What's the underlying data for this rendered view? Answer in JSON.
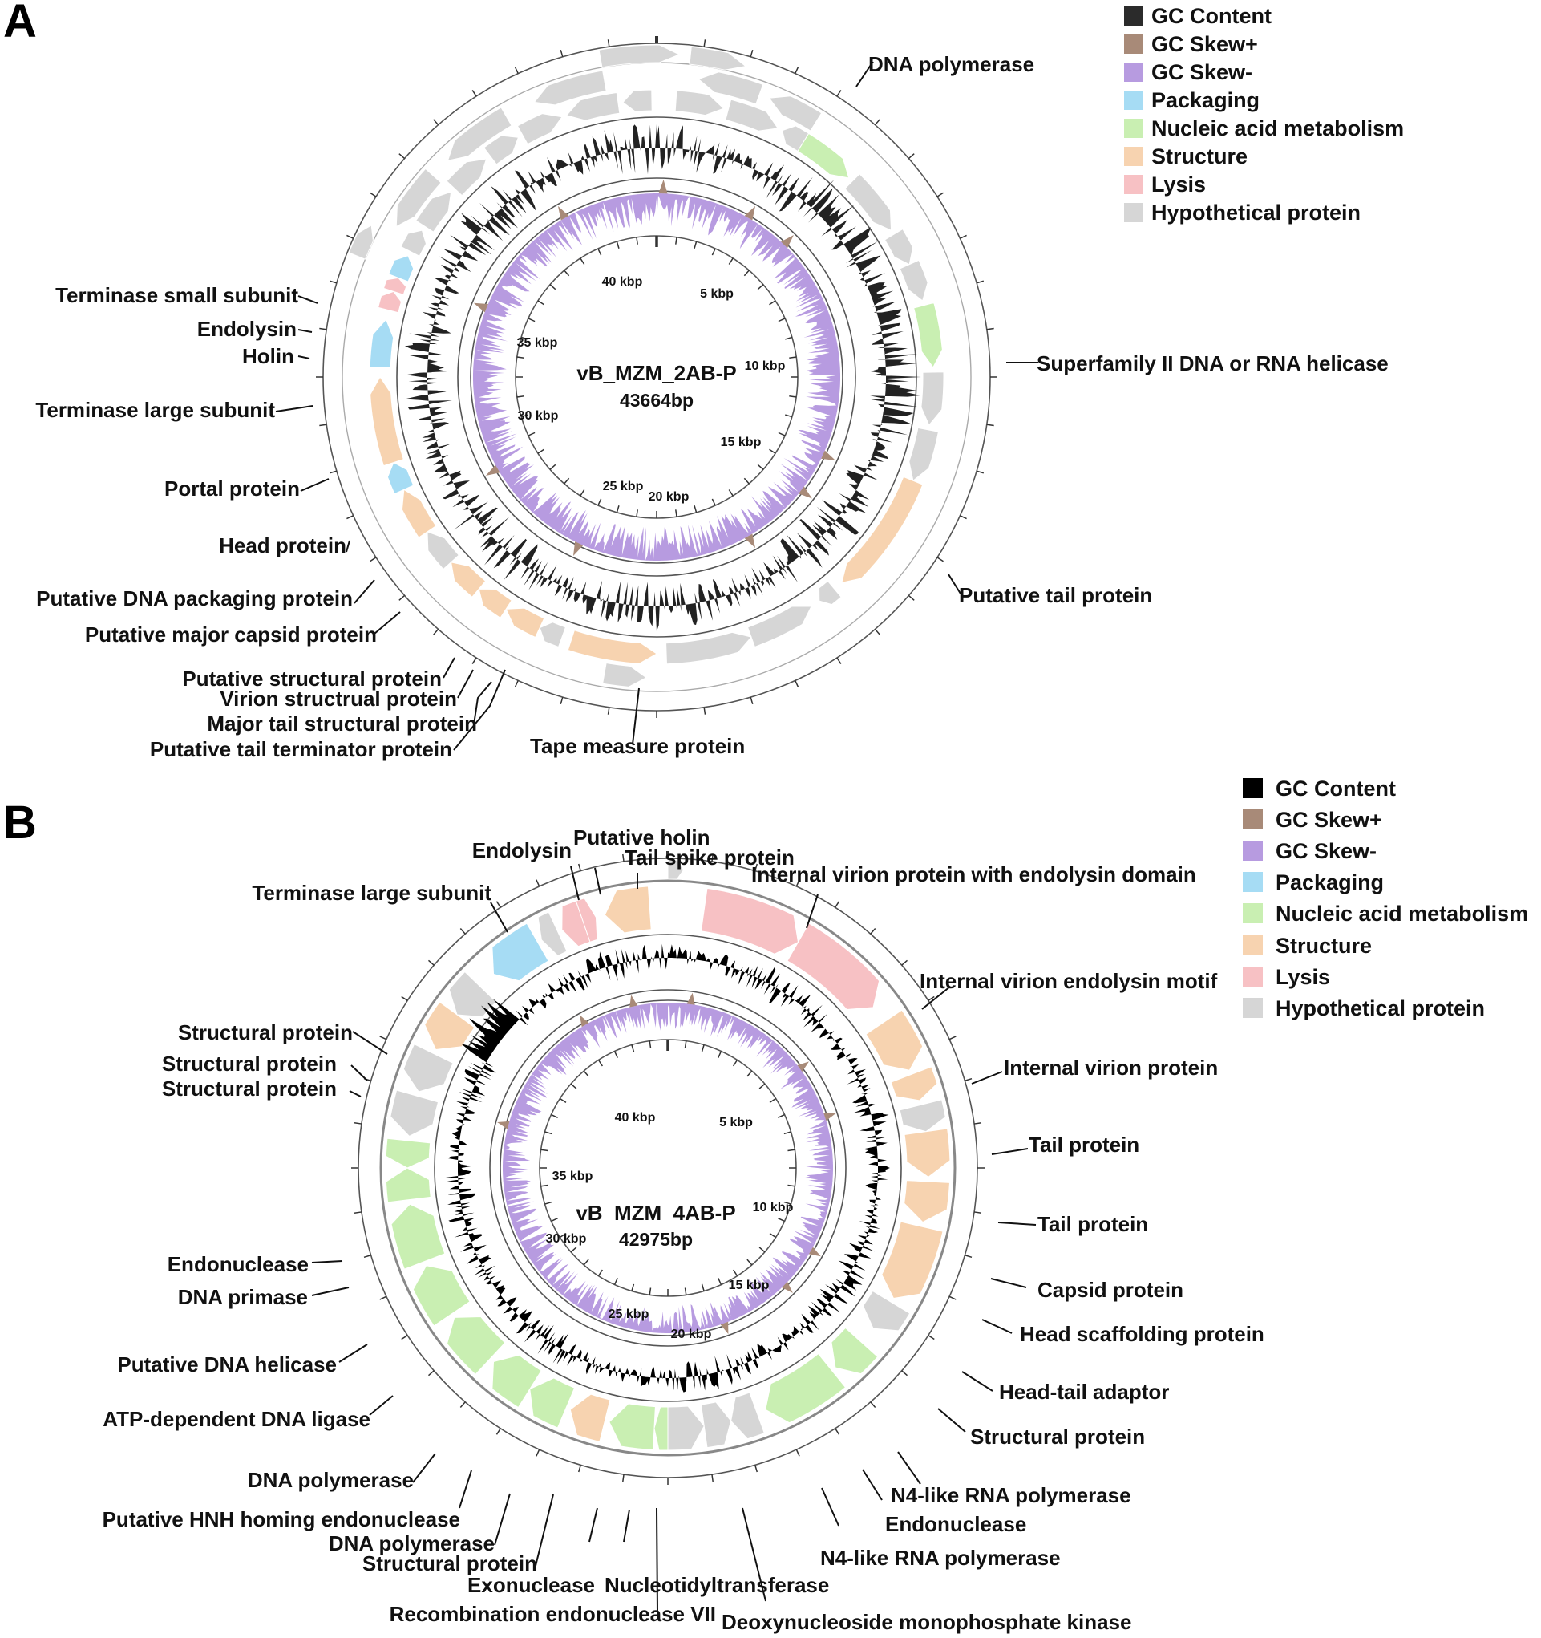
{
  "panels": [
    {
      "letter": "A",
      "center_name": "vB_MZM_2AB-P",
      "genome_length": "43664bp",
      "length_bp": 43664,
      "kbp_ticks": [
        "40 kbp",
        "5 kbp",
        "35 kbp",
        "10 kbp",
        "30 kbp",
        "15 kbp",
        "25 kbp",
        "20 kbp"
      ],
      "legend": [
        {
          "label": "GC Content",
          "color": "#2b2b2b"
        },
        {
          "label": "GC Skew+",
          "color": "#a88a78"
        },
        {
          "label": "GC Skew-",
          "color": "#b79be0"
        },
        {
          "label": "Packaging",
          "color": "#a6dcf4"
        },
        {
          "label": "Nucleic acid metabolism",
          "color": "#c9efb2"
        },
        {
          "label": "Structure",
          "color": "#f7d3b0"
        },
        {
          "label": "Lysis",
          "color": "#f7c1c4"
        },
        {
          "label": "Hypothetical protein",
          "color": "#d6d6d6"
        }
      ],
      "labels": [
        "DNA polymerase",
        "Superfamily II DNA or RNA helicase",
        "Putative tail protein",
        "Tape measure protein",
        "Putative tail terminator protein",
        "Major tail structural protein",
        "Virion structrual protein",
        "Putative structural protein",
        "Putative major capsid protein",
        "Putative DNA packaging protein",
        "Head protein",
        "Portal protein",
        "Terminase large subunit",
        "Holin",
        "Endolysin",
        "Terminase small subunit"
      ]
    },
    {
      "letter": "B",
      "center_name": "vB_MZM_4AB-P",
      "genome_length": "42975bp",
      "length_bp": 42975,
      "kbp_ticks": [
        "40 kbp",
        "5 kbp",
        "35 kbp",
        "10 kbp",
        "30 kbp",
        "15 kbp",
        "25 kbp",
        "20 kbp"
      ],
      "legend": [
        {
          "label": "GC Content",
          "color": "#000000"
        },
        {
          "label": "GC Skew+",
          "color": "#a88a78"
        },
        {
          "label": "GC Skew-",
          "color": "#b79be0"
        },
        {
          "label": "Packaging",
          "color": "#a6dcf4"
        },
        {
          "label": "Nucleic acid metabolism",
          "color": "#c9efb2"
        },
        {
          "label": "Structure",
          "color": "#f7d3b0"
        },
        {
          "label": "Lysis",
          "color": "#f7c1c4"
        },
        {
          "label": "Hypothetical protein",
          "color": "#d6d6d6"
        }
      ],
      "labels": [
        "Terminase large subunit",
        "Endolysin",
        "Putative holin",
        "Tail spike protein",
        "Internal virion protein with endolysin domain",
        "Internal virion endolysin motif",
        "Internal virion protein",
        "Tail protein",
        "Tail protein",
        "Capsid protein",
        "Head scaffolding protein",
        "Head-tail adaptor",
        "Structural protein",
        "N4-like RNA polymerase",
        "Endonuclease",
        "N4-like RNA polymerase",
        "Deoxynucleoside monophosphate kinase",
        "Nucleotidyltransferase",
        "Recombination endonuclease VII",
        "Exonuclease",
        "Structural protein",
        "DNA polymerase",
        "Putative HNH homing endonuclease",
        "DNA polymerase",
        "ATP-dependent DNA ligase",
        "Putative DNA helicase",
        "DNA primase",
        "Endonuclease",
        "Structural protein",
        "Structural protein",
        "Structural protein"
      ]
    }
  ]
}
